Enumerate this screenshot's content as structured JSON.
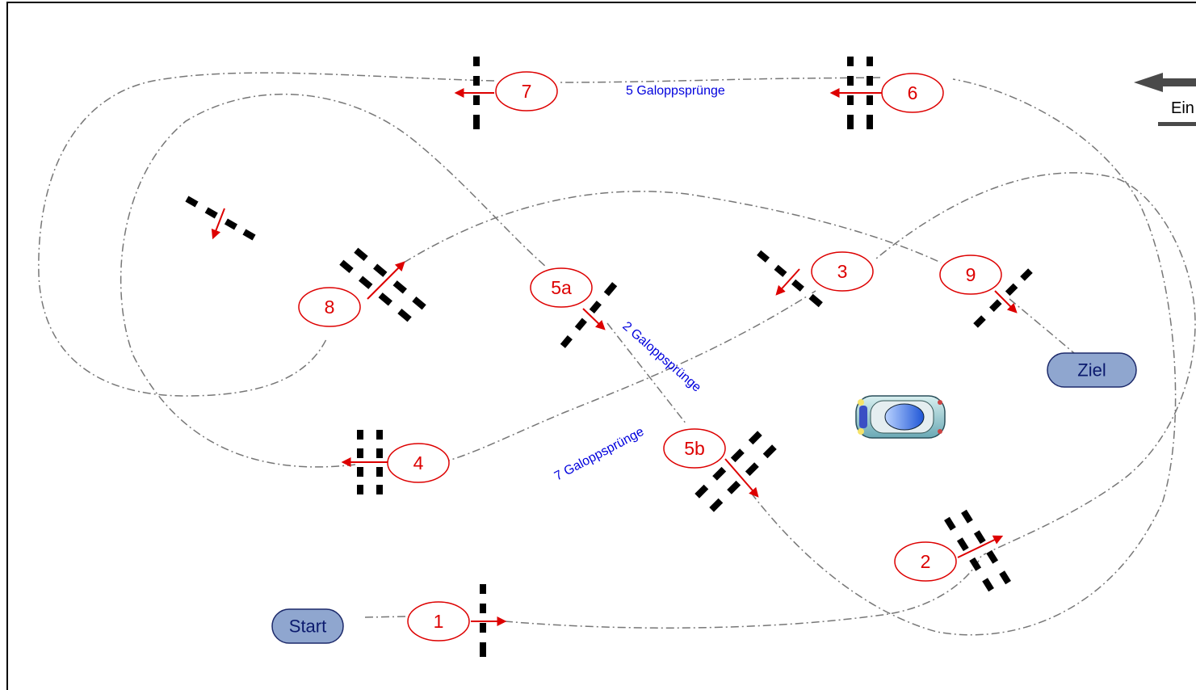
{
  "course": {
    "start_label": "Start",
    "finish_label": "Ziel",
    "entrance_label": "Ein",
    "colors": {
      "route": "#777777",
      "fence_number": "#dd0000",
      "stride_text": "#0000dd",
      "pill_fill": "#8fa6cf",
      "pill_stroke": "#1d2a6b",
      "pole_dark": "#000000",
      "pole_light": "#ffffff"
    },
    "fences": [
      {
        "id": "f1",
        "label": "1",
        "type": "vertical"
      },
      {
        "id": "f2",
        "label": "2",
        "type": "oxer"
      },
      {
        "id": "f3",
        "label": "3",
        "type": "vertical"
      },
      {
        "id": "f4",
        "label": "4",
        "type": "oxer"
      },
      {
        "id": "f5a",
        "label": "5a",
        "type": "vertical"
      },
      {
        "id": "f5b",
        "label": "5b",
        "type": "oxer"
      },
      {
        "id": "f6",
        "label": "6",
        "type": "oxer"
      },
      {
        "id": "f7",
        "label": "7",
        "type": "vertical"
      },
      {
        "id": "f8",
        "label": "8",
        "type": "oxer"
      },
      {
        "id": "f9",
        "label": "9",
        "type": "vertical"
      }
    ],
    "strides": {
      "f6_f7": "5 Galoppsprünge",
      "f5a_f5b": "2 Galoppsprünge",
      "f4_f5b": "7 Galoppsprünge"
    },
    "car_icon": "car-icon",
    "entrance_arrow_icon": "arrow-left-icon"
  }
}
